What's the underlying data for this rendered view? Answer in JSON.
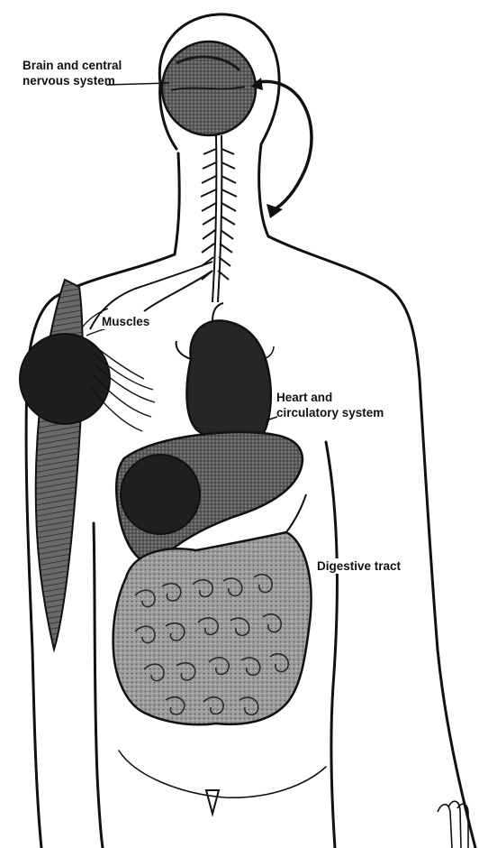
{
  "labels": {
    "brain_line1": "Brain and central",
    "brain_line2": "nervous system",
    "muscles": "Muscles",
    "heart_line1": "Heart and",
    "heart_line2": "circulatory system",
    "digestive": "Digestive tract"
  },
  "colors": {
    "ink": "#111111",
    "dark_organ": "#262626",
    "shaded_organ": "#4a4a4a",
    "gut_fill": "#8f8f8f",
    "background": "#ffffff"
  }
}
